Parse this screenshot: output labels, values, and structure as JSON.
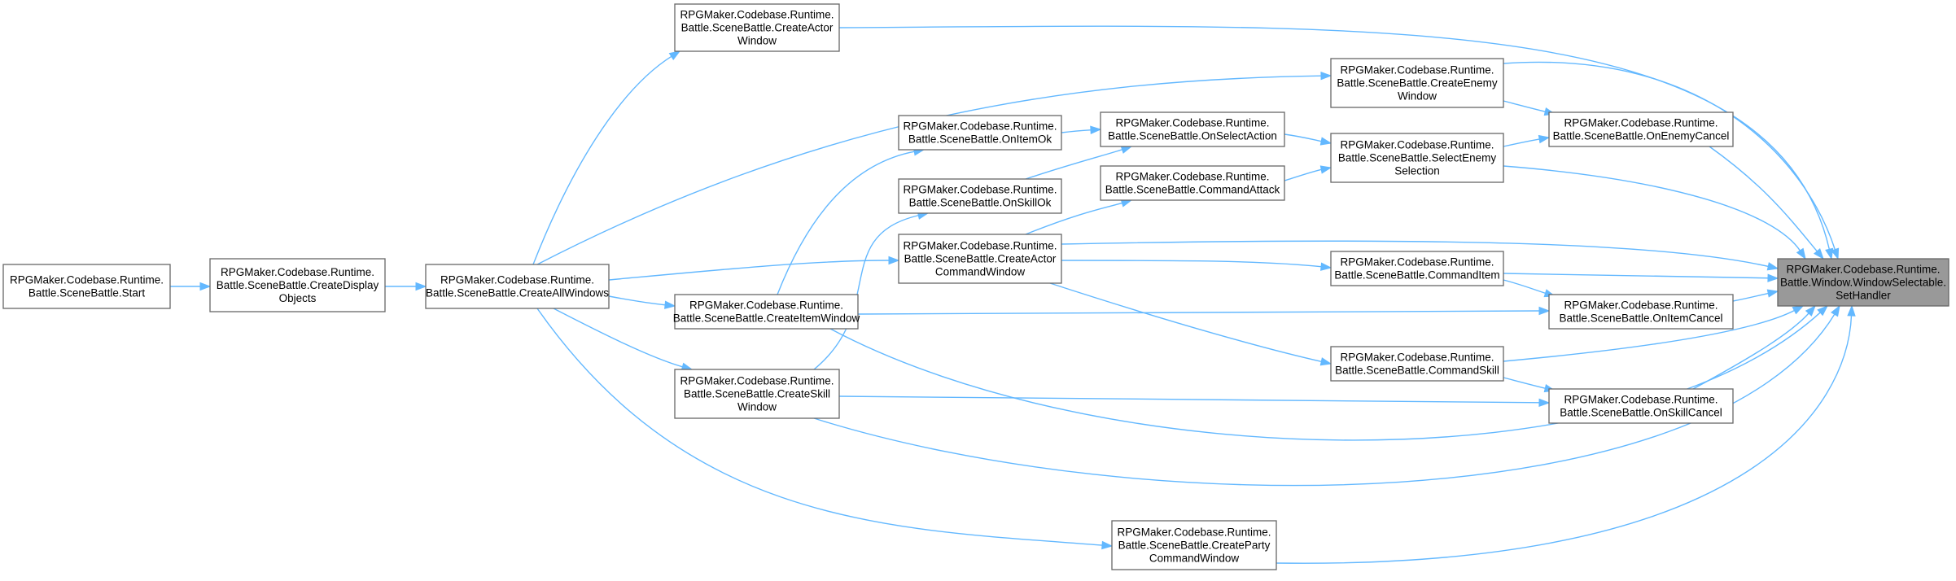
{
  "graph": {
    "colors": {
      "edge": "#63b8ff",
      "node_border": "#666666",
      "node_fill": "#ffffff",
      "highlight_fill": "#999999"
    },
    "nodes": [
      {
        "id": "start",
        "lines": [
          "RPGMaker.Codebase.Runtime.",
          "Battle.SceneBattle.Start"
        ]
      },
      {
        "id": "create-display-objects",
        "lines": [
          "RPGMaker.Codebase.Runtime.",
          "Battle.SceneBattle.CreateDisplay",
          "Objects"
        ]
      },
      {
        "id": "create-all-windows",
        "lines": [
          "RPGMaker.Codebase.Runtime.",
          "Battle.SceneBattle.CreateAllWindows"
        ]
      },
      {
        "id": "create-actor-window",
        "lines": [
          "RPGMaker.Codebase.Runtime.",
          "Battle.SceneBattle.CreateActor",
          "Window"
        ]
      },
      {
        "id": "on-item-ok",
        "lines": [
          "RPGMaker.Codebase.Runtime.",
          "Battle.SceneBattle.OnItemOk"
        ]
      },
      {
        "id": "on-skill-ok",
        "lines": [
          "RPGMaker.Codebase.Runtime.",
          "Battle.SceneBattle.OnSkillOk"
        ]
      },
      {
        "id": "create-actor-command-window",
        "lines": [
          "RPGMaker.Codebase.Runtime.",
          "Battle.SceneBattle.CreateActor",
          "CommandWindow"
        ]
      },
      {
        "id": "create-item-window",
        "lines": [
          "RPGMaker.Codebase.Runtime.",
          "Battle.SceneBattle.CreateItemWindow"
        ]
      },
      {
        "id": "create-skill-window",
        "lines": [
          "RPGMaker.Codebase.Runtime.",
          "Battle.SceneBattle.CreateSkill",
          "Window"
        ]
      },
      {
        "id": "create-party-command-window",
        "lines": [
          "RPGMaker.Codebase.Runtime.",
          "Battle.SceneBattle.CreateParty",
          "CommandWindow"
        ]
      },
      {
        "id": "on-select-action",
        "lines": [
          "RPGMaker.Codebase.Runtime.",
          "Battle.SceneBattle.OnSelectAction"
        ]
      },
      {
        "id": "command-attack",
        "lines": [
          "RPGMaker.Codebase.Runtime.",
          "Battle.SceneBattle.CommandAttack"
        ]
      },
      {
        "id": "create-enemy-window",
        "lines": [
          "RPGMaker.Codebase.Runtime.",
          "Battle.SceneBattle.CreateEnemy",
          "Window"
        ]
      },
      {
        "id": "select-enemy-selection",
        "lines": [
          "RPGMaker.Codebase.Runtime.",
          "Battle.SceneBattle.SelectEnemy",
          "Selection"
        ]
      },
      {
        "id": "command-item",
        "lines": [
          "RPGMaker.Codebase.Runtime.",
          "Battle.SceneBattle.CommandItem"
        ]
      },
      {
        "id": "command-skill",
        "lines": [
          "RPGMaker.Codebase.Runtime.",
          "Battle.SceneBattle.CommandSkill"
        ]
      },
      {
        "id": "on-enemy-cancel",
        "lines": [
          "RPGMaker.Codebase.Runtime.",
          "Battle.SceneBattle.OnEnemyCancel"
        ]
      },
      {
        "id": "on-item-cancel",
        "lines": [
          "RPGMaker.Codebase.Runtime.",
          "Battle.SceneBattle.OnItemCancel"
        ]
      },
      {
        "id": "on-skill-cancel",
        "lines": [
          "RPGMaker.Codebase.Runtime.",
          "Battle.SceneBattle.OnSkillCancel"
        ]
      },
      {
        "id": "set-handler",
        "lines": [
          "RPGMaker.Codebase.Runtime.",
          "Battle.Window.WindowSelectable.",
          "SetHandler"
        ],
        "highlight": true
      }
    ],
    "edges": [
      {
        "from": "start",
        "to": "create-display-objects"
      },
      {
        "from": "create-display-objects",
        "to": "create-all-windows"
      },
      {
        "from": "create-all-windows",
        "to": "create-actor-window"
      },
      {
        "from": "create-all-windows",
        "to": "create-enemy-window"
      },
      {
        "from": "create-all-windows",
        "to": "create-actor-command-window"
      },
      {
        "from": "create-all-windows",
        "to": "create-item-window"
      },
      {
        "from": "create-all-windows",
        "to": "create-skill-window"
      },
      {
        "from": "create-all-windows",
        "to": "create-party-command-window"
      },
      {
        "from": "create-item-window",
        "to": "on-item-ok"
      },
      {
        "from": "create-skill-window",
        "to": "on-skill-ok"
      },
      {
        "from": "on-item-ok",
        "to": "on-select-action"
      },
      {
        "from": "on-skill-ok",
        "to": "on-select-action"
      },
      {
        "from": "create-actor-command-window",
        "to": "command-attack"
      },
      {
        "from": "create-actor-command-window",
        "to": "command-item"
      },
      {
        "from": "create-actor-command-window",
        "to": "command-skill"
      },
      {
        "from": "on-select-action",
        "to": "select-enemy-selection"
      },
      {
        "from": "command-attack",
        "to": "select-enemy-selection"
      },
      {
        "from": "create-enemy-window",
        "to": "on-enemy-cancel"
      },
      {
        "from": "select-enemy-selection",
        "to": "on-enemy-cancel"
      },
      {
        "from": "command-item",
        "to": "on-item-cancel"
      },
      {
        "from": "create-item-window",
        "to": "on-item-cancel"
      },
      {
        "from": "command-skill",
        "to": "on-skill-cancel"
      },
      {
        "from": "create-skill-window",
        "to": "on-skill-cancel"
      },
      {
        "from": "create-actor-window",
        "to": "set-handler"
      },
      {
        "from": "create-enemy-window",
        "to": "set-handler"
      },
      {
        "from": "on-enemy-cancel",
        "to": "set-handler"
      },
      {
        "from": "select-enemy-selection",
        "to": "set-handler"
      },
      {
        "from": "create-actor-command-window",
        "to": "set-handler"
      },
      {
        "from": "command-item",
        "to": "set-handler"
      },
      {
        "from": "on-item-cancel",
        "to": "set-handler"
      },
      {
        "from": "command-skill",
        "to": "set-handler"
      },
      {
        "from": "on-skill-cancel",
        "to": "set-handler"
      },
      {
        "from": "create-item-window",
        "to": "set-handler"
      },
      {
        "from": "create-skill-window",
        "to": "set-handler"
      },
      {
        "from": "create-party-command-window",
        "to": "set-handler"
      }
    ]
  }
}
